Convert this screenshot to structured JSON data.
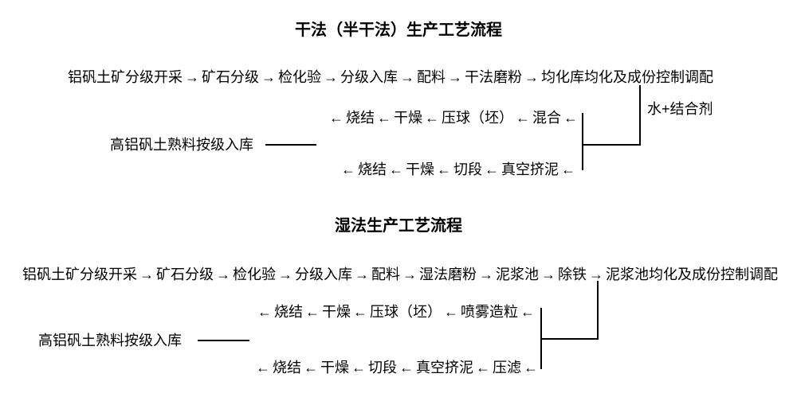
{
  "colors": {
    "background": "#ffffff",
    "text": "#000000",
    "line": "#000000"
  },
  "glyphs": {
    "right": "→",
    "left": "←"
  },
  "dry": {
    "title": "干法（半干法）生产工艺流程",
    "main_row": [
      "铝矾土矿分级开采",
      "矿石分级",
      "检化验",
      "分级入库",
      "配料",
      "干法磨粉",
      "均化库均化及成份控制调配"
    ],
    "additive": "水+结合剂",
    "branch_top": [
      "烧结",
      "干燥",
      "压球（坯）",
      "混合"
    ],
    "storage": "高铝矾土熟料按级入库",
    "branch_bottom": [
      "烧结",
      "干燥",
      "切段",
      "真空挤泥"
    ]
  },
  "wet": {
    "title": "湿法生产工艺流程",
    "main_row": [
      "铝矾土矿分级开采",
      "矿石分级",
      "检化验",
      "分级入库",
      "配料",
      "湿法磨粉",
      "泥浆池",
      "除铁",
      "泥浆池均化及成份控制调配"
    ],
    "branch_top": [
      "烧结",
      "干燥",
      "压球（坯）",
      "喷雾造粒"
    ],
    "storage": "高铝矾土熟料按级入库",
    "branch_bottom": [
      "烧结",
      "干燥",
      "切段",
      "真空挤泥",
      "压滤"
    ]
  }
}
